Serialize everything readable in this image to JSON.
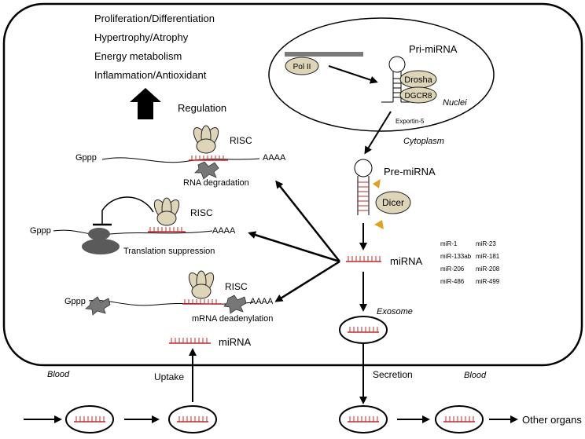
{
  "effects": [
    "Proliferation/Differentiation",
    "Hypertrophy/Atrophy",
    "Energy metabolism",
    "Inflammation/Antioxidant"
  ],
  "regulation": "Regulation",
  "nucleus": {
    "pri_mirna": "Pri-miRNA",
    "pol2": "Pol II",
    "drosha": "Drosha",
    "dgcr8": "DGCR8",
    "nuclei": "Nuclei",
    "exportin": "Exportin-5"
  },
  "cytoplasm": "Cytoplasm",
  "pre_mirna": "Pre-miRNA",
  "dicer": "Dicer",
  "mirna": "miRNA",
  "mirna_list": [
    "miR-1",
    "miR-23",
    "miR-133ab",
    "miR-181",
    "miR-206",
    "miR-208",
    "miR-486",
    "miR-499"
  ],
  "exosome": "Exosome",
  "mechanisms": {
    "degradation": {
      "cap": "Gppp",
      "tail": "AAAA",
      "risc": "RISC",
      "label": "RNA degradation"
    },
    "translation": {
      "cap": "Gppp",
      "tail": "AAAA",
      "risc": "RISC",
      "label": "Translation suppression"
    },
    "deadenylation": {
      "cap": "Gppp",
      "tail": "AAAA",
      "risc": "RISC",
      "label": "mRNA deadenylation"
    }
  },
  "uptake_mirna": "miRNA",
  "uptake": "Uptake",
  "secretion": "Secretion",
  "blood_left": "Blood",
  "blood_right": "Blood",
  "other_organs": "Other organs",
  "colors": {
    "mirna": "#c0282a",
    "protein": "#ded4b8",
    "nucleosome": "#808080",
    "dicer_tip": "#e0a020"
  }
}
